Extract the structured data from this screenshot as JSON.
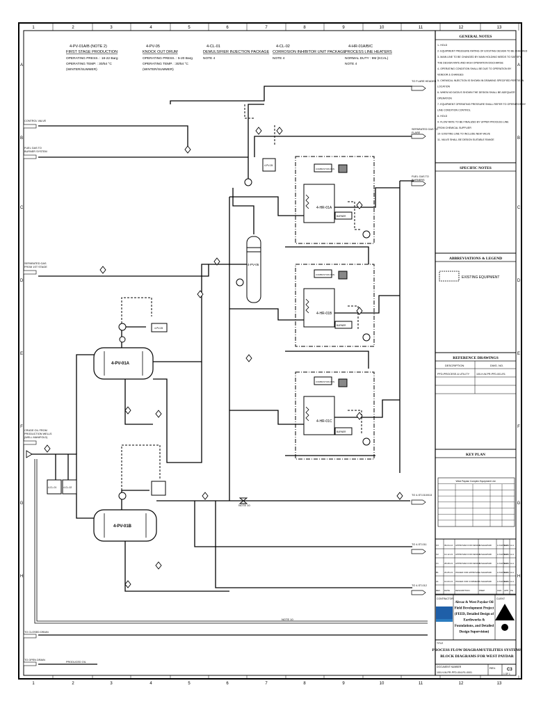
{
  "grid": {
    "columns": [
      "1",
      "2",
      "3",
      "4",
      "5",
      "6",
      "7",
      "8",
      "9",
      "10",
      "11",
      "12",
      "13"
    ],
    "rows": [
      "A",
      "B",
      "C",
      "D",
      "E",
      "F",
      "G",
      "H"
    ]
  },
  "equipment_headers": [
    {
      "tag": "4-PV-01A/B",
      "name": "FIRST STAGE PRODUCTION",
      "note": "(NOTE 2)",
      "lines": [
        "OPERATING PRESS. : 18-22 Barg",
        "OPERATING TEMP. : 30/54 °C",
        "(WINTER/SUMMER)"
      ]
    },
    {
      "tag": "4-PV-05",
      "name": "KNOCK OUT DRUM",
      "note": "",
      "lines": [
        "OPERATING PRESS. : 5-20 Barg",
        "OPERATING TEMP. : 30/54 °C",
        "(WINTER/SUMMER)"
      ]
    },
    {
      "tag": "4-CL-01",
      "name": "DEMULSIFIER INJECTION PACKAGE",
      "note": "",
      "lines": [
        "NOTE 4"
      ]
    },
    {
      "tag": "4-CL-02",
      "name": "CORROSION INHIBITOR UNIT PACKAGE",
      "note": "",
      "lines": [
        "NOTE 4"
      ]
    },
    {
      "tag": "4-HR-01A/B/C",
      "name": "PROCESS LINE HEATERS",
      "note": "",
      "lines": [
        "NORMAL DUTY : 9M (KCAL)",
        "NOTE 4"
      ]
    }
  ],
  "panels": {
    "general_notes": "GENERAL NOTES",
    "specific_notes": "SPECIFIC NOTES",
    "abbreviations": "ABBREVIATIONS & LEGEND",
    "legend_existing": "EXISTING EQUIPMENT",
    "reference_drawings": "REFERENCE DRAWINGS",
    "ref_col_description": "DESCRIPTION",
    "ref_col_dwg": "DWG. NO.",
    "ref_row_desc": "PFD-PROCESS & UTILITY",
    "ref_row_no": "100-H-W-PR-PFD-001-R1",
    "key_plan": "KEY PLAN",
    "key_plan_title": "West Paydar Complex Equipment List"
  },
  "general_notes": [
    "1- HOLD",
    "2- EQUIPMENT PRESSURE RATING OF EXISTING DESIGN TO BE CHECKED",
    "3- MAIN LINE TO BE CHANGED BY MAIN HOLDING NEEDS TO SATISFY",
    "   THE DESIGN RATE AND HIGH OPERATION DISCHARGE",
    "4- OPERATING CONDITION SHALL BE DUE TO OPERATION BY",
    "   VENDOR & CHANGES",
    "5- CHEMICAL INJECTION IS SHOWN IN DRAWING SPECIFIED PER TIE-IN",
    "   LOCATION",
    "6- WHEN NO DATA IS SHOWN THE DESIGN SHALL BE ADEQUATE",
    "   OPERATION",
    "7- EQUIPMENT OPERATING PRESSURE SHALL REFER TO OPERATION BY",
    "   LINE CONDITION CONTROL",
    "8- HOLD",
    "9- FLOW RATE TO BE FINALIZED BY UPPER PROCESS LINE",
    "   FROM CHEMICAL SUPPLIER",
    "10- EXISTING LINE TO INCLUDE NEW VALVE",
    "11- VALVE SHALL BE DESIGN SUITABLE RANGE"
  ],
  "streams_left": [
    {
      "label": "CONTROL VALVE"
    },
    {
      "label": "FUEL GAS TO BURNER SYSTEM"
    },
    {
      "label": "SEPARATED GAS FROM 1ST STAGE"
    },
    {
      "label": "CRUDE OIL FROM PRODUCTION WELLS (WELL MANIFOLD)"
    },
    {
      "label": "TO CLOSED DRAIN"
    },
    {
      "label": "TO OPEN DRAIN"
    },
    {
      "label": "PRODUCED OIL"
    }
  ],
  "streams_right": [
    {
      "label": "TO FLARE HEADER"
    },
    {
      "label": "SEPARATED GAS TO FLARE"
    },
    {
      "label": "FUEL GAS TO BURNERS"
    },
    {
      "label": "TO 4-ST-010/013"
    },
    {
      "label": "TO 4-ST-011"
    },
    {
      "label": "TO 4-ST-012"
    }
  ],
  "equipment_tags": {
    "v1": "4-PV-01A",
    "v2": "4-PV-01B",
    "ko": "4-PV-05",
    "h1": "4-HR-01A",
    "h2": "4-HR-01B",
    "h3": "4-HR-01C",
    "burner": "BURNER",
    "comb": "COMBUSTION FAN",
    "pkg1": "4-CL-01",
    "pkg2": "4-CL-02",
    "pump": "4-PV-05",
    "note10": "NOTE 10",
    "note1": "NOTE 10"
  },
  "revisions": [
    {
      "rev": "C3",
      "date": "09-04-14",
      "desc": "APPROVED FOR DESIGN",
      "by": "A.SHAHPARI",
      "chk": "A.KHOSRAVI",
      "app": "H.A",
      "pe": "H.A"
    },
    {
      "rev": "C2",
      "date": "14-12-13",
      "desc": "APPROVED FOR DESIGN",
      "by": "A.SHAHPARI",
      "chk": "A.KHOSRAVI",
      "app": "H.A",
      "pe": "H.A"
    },
    {
      "rev": "C1",
      "date": "28-08-13",
      "desc": "APPROVED FOR DESIGN",
      "by": "A.SHAHPARI",
      "chk": "A.KHOSRAVI",
      "app": "H.A",
      "pe": "H.A"
    },
    {
      "rev": "B1",
      "date": "20-05-13",
      "desc": "ISSUED FOR APPROVAL",
      "by": "A.SHAHPARI",
      "chk": "A.KHOSRAVI",
      "app": "H.A",
      "pe": "H.A"
    },
    {
      "rev": "A1",
      "date": "10-03-13",
      "desc": "ISSUED FOR COMMENT",
      "by": "A.SHAHPARI",
      "chk": "A.KHOSRAVI",
      "app": "H.A",
      "pe": "H.A"
    },
    {
      "rev": "REV",
      "date": "DATE",
      "desc": "DESCRIPTION",
      "by": "PREP.",
      "chk": "CHK.",
      "app": "APP.",
      "pe": "PE"
    }
  ],
  "title_block": {
    "contractor": "CONTRACTOR",
    "client": "CLIENT",
    "project_lines": [
      "Ahvaz & West Paydar Oil",
      "Field Development Project",
      "(FEED, Detailed Design of",
      "Earthworks &",
      "Foundations, and Detailed",
      "Design Supervision)"
    ],
    "title_label": "TITLE",
    "title_lines": [
      "PROCESS FLOW DIAGRAM/UTILITIES SYSTEMS",
      "BLOCK DIAGRAMS FOR WEST PAYDAR"
    ],
    "doc_label": "DOCUMENT NUMBER",
    "doc_number": "100-H-W-PR-PFD-004-R1-0001",
    "rev_label": "REV.",
    "rev_value": "C3",
    "sheet_value": "1 OF 1"
  }
}
